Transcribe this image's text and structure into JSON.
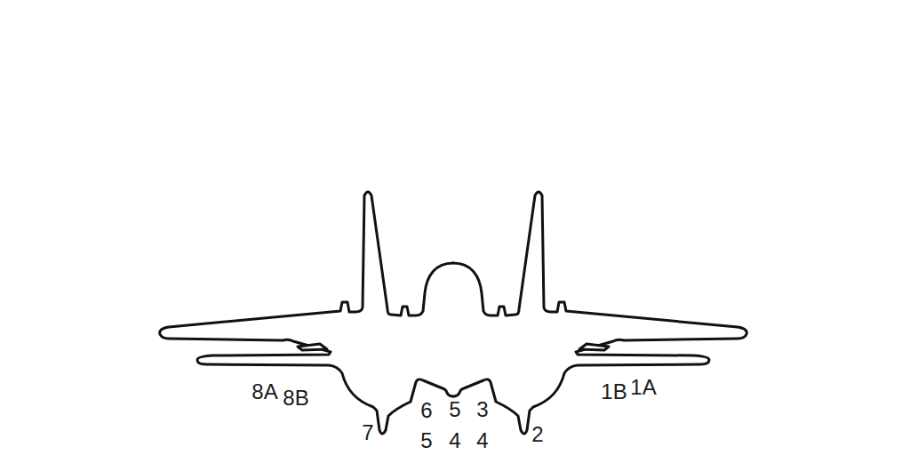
{
  "diagram": {
    "labels": [
      "8A",
      "8B",
      "1B",
      "1A",
      "6",
      "5",
      "3",
      "7",
      "2",
      "5",
      "4",
      "4"
    ]
  }
}
